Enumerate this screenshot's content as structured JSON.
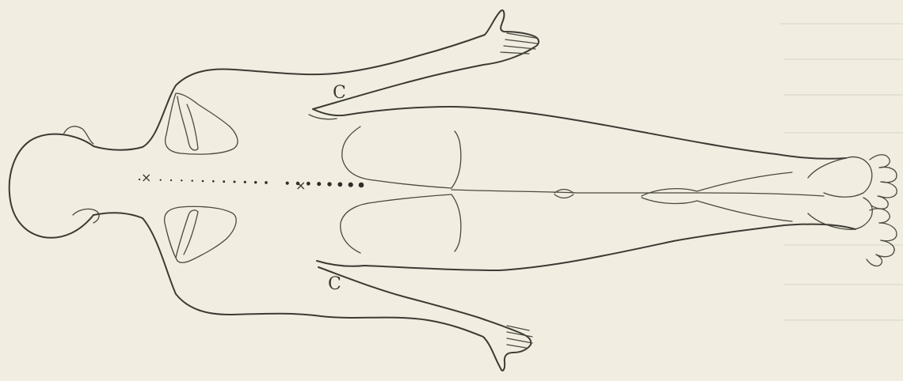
{
  "figure": {
    "arm_marks": [
      "C",
      "C"
    ],
    "spine_markers": [
      "×",
      "×"
    ]
  },
  "spine": {
    "dot_count": 22
  }
}
